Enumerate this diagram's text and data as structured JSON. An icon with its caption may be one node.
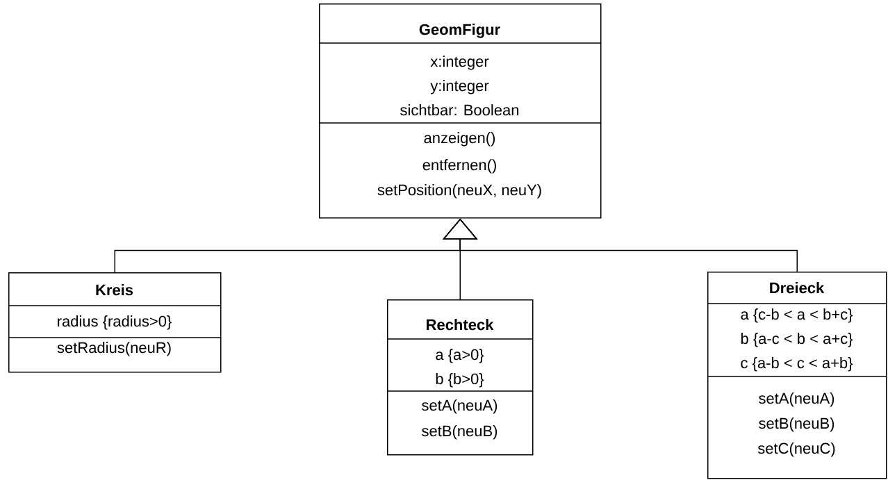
{
  "diagram": {
    "nodes": [
      {
        "text": [
          "GeomFigur",
          "x:integer",
          "y:integer",
          "sichtbar: Boolean",
          "anzeigen()",
          "entfernen()",
          "setPosition(neuX, neuY)"
        ]
      },
      {
        "text": [
          "Kreis",
          "radius {radius>0}",
          "setRadius(neuR)"
        ]
      },
      {
        "text": [
          "Rechteck",
          "a {a>0}",
          "b {b>0}",
          "setA(neuA)",
          "setB(neuB)"
        ]
      },
      {
        "text": [
          "Dreieck",
          "a {c-b < a < b+c}",
          "b {a-c < b < a+c}",
          "c {a-b < c < a+b}",
          "setA(neuA)",
          "setB(neuB)",
          "setC(neuC)"
        ]
      }
    ],
    "edges": [
      {
        "from": 1,
        "to": 0,
        "arrow": "to"
      },
      {
        "from": 2,
        "to": 0,
        "arrow": "to"
      },
      {
        "from": 3,
        "to": 0,
        "arrow": "to"
      }
    ]
  }
}
